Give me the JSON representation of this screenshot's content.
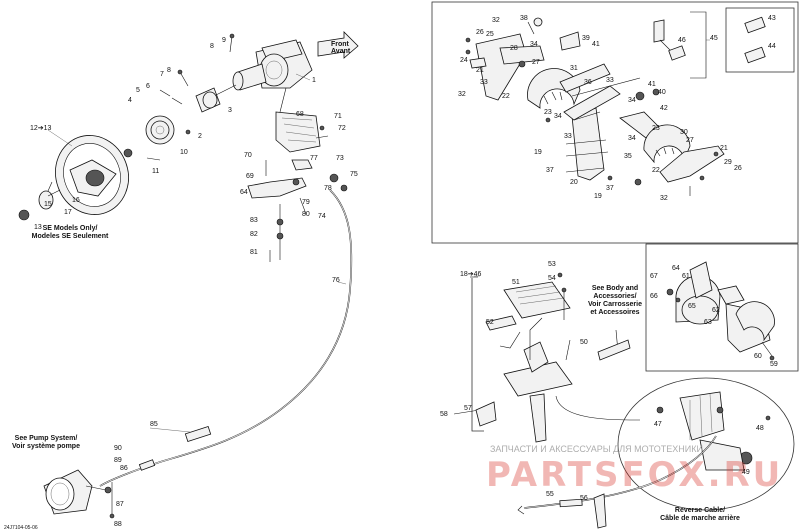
{
  "notes": {
    "front_arrow": [
      "Front",
      "Avant"
    ],
    "se_models": [
      "SE Models Only/",
      "Modeles SE Seulement"
    ],
    "pump_system": [
      "See Pump System/",
      "Voir système pompe"
    ],
    "body_accessories": [
      "See Body and",
      "Accessories/",
      "Voir Carrosserie",
      "et Accessoires"
    ],
    "reverse_cable": [
      "Reverse Cable/",
      "Câble de marche arrière"
    ],
    "ref_range_steering": "12➔13",
    "ref_range_shifter": "18➔46"
  },
  "watermark": {
    "caption": "ЗАПЧАСТИ И АКСЕССУАРЫ ДЛЯ МОТОТЕХНИКИ",
    "logo": "PARTSFOX.RU"
  },
  "footer_code": "24J7104-05-06",
  "callouts": {
    "n1": "1",
    "n2": "2",
    "n3": "3",
    "n4": "4",
    "n5": "5",
    "n6": "6",
    "n7": "7",
    "n8": "8",
    "n9": "9",
    "n10": "10",
    "n11": "11",
    "n13": "13",
    "n15": "15",
    "n16": "16",
    "n17": "17",
    "n19a": "19",
    "n19b": "19",
    "n20": "20",
    "n21a": "21",
    "n21b": "21",
    "n22a": "22",
    "n22b": "22",
    "n23a": "23",
    "n23b": "23",
    "n24": "24",
    "n25": "25",
    "n26a": "26",
    "n26b": "26",
    "n27a": "27",
    "n27b": "27",
    "n28": "28",
    "n29": "29",
    "n30": "30",
    "n31": "31",
    "n32a": "32",
    "n32b": "32",
    "n32c": "32",
    "n33a": "33",
    "n33b": "33",
    "n33c": "33",
    "n34a": "34",
    "n34b": "34",
    "n34c": "34",
    "n34d": "34",
    "n35": "35",
    "n36": "36",
    "n37a": "37",
    "n37b": "37",
    "n38": "38",
    "n39": "39",
    "n40": "40",
    "n41a": "41",
    "n41b": "41",
    "n42": "42",
    "n43": "43",
    "n44": "44",
    "n45": "45",
    "n46": "46",
    "n47": "47",
    "n48": "48",
    "n49": "49",
    "n50": "50",
    "n51": "51",
    "n52": "52",
    "n53": "53",
    "n54": "54",
    "n55": "55",
    "n56": "56",
    "n57": "57",
    "n58": "58",
    "n59": "59",
    "n60": "60",
    "n61": "61",
    "n62": "62",
    "n63": "63",
    "n64a": "64",
    "n64b": "64",
    "n65": "65",
    "n66": "66",
    "n67": "67",
    "n68": "68",
    "n69": "69",
    "n70": "70",
    "n71": "71",
    "n72": "72",
    "n73": "73",
    "n74": "74",
    "n75": "75",
    "n76": "76",
    "n77": "77",
    "n78": "78",
    "n79": "79",
    "n80": "80",
    "n81": "81",
    "n82": "82",
    "n83": "83",
    "n85": "85",
    "n86": "86",
    "n87": "87",
    "n88": "88",
    "n89": "89",
    "n90": "90"
  }
}
